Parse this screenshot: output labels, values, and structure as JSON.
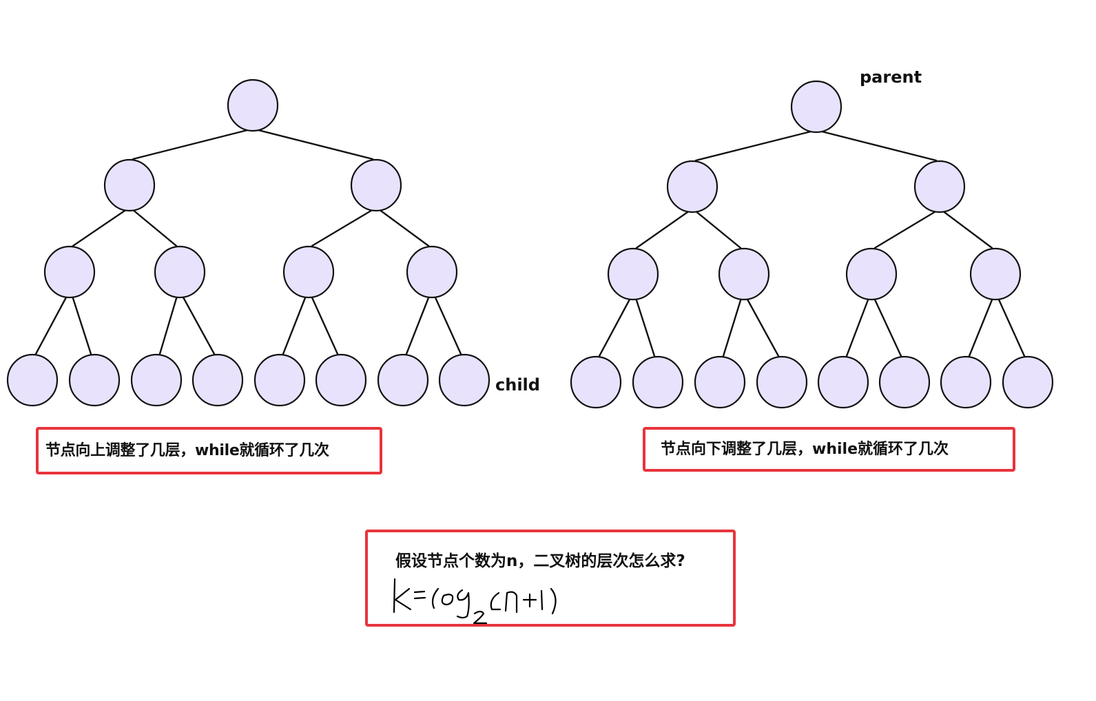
{
  "labels": {
    "parent": "parent",
    "child": "child"
  },
  "notes": {
    "up_adjust": "节点向上调整了几层，while就循环了几次",
    "down_adjust": "节点向下调整了几层，while就循环了几次",
    "question": "假设节点个数为n，二叉树的层次怎么求?"
  },
  "formula": {
    "handwritten": "k = log2(n+1)"
  },
  "colors": {
    "node_fill": "#e8e2fd",
    "node_stroke": "#111111",
    "box_border": "#e8343c"
  }
}
